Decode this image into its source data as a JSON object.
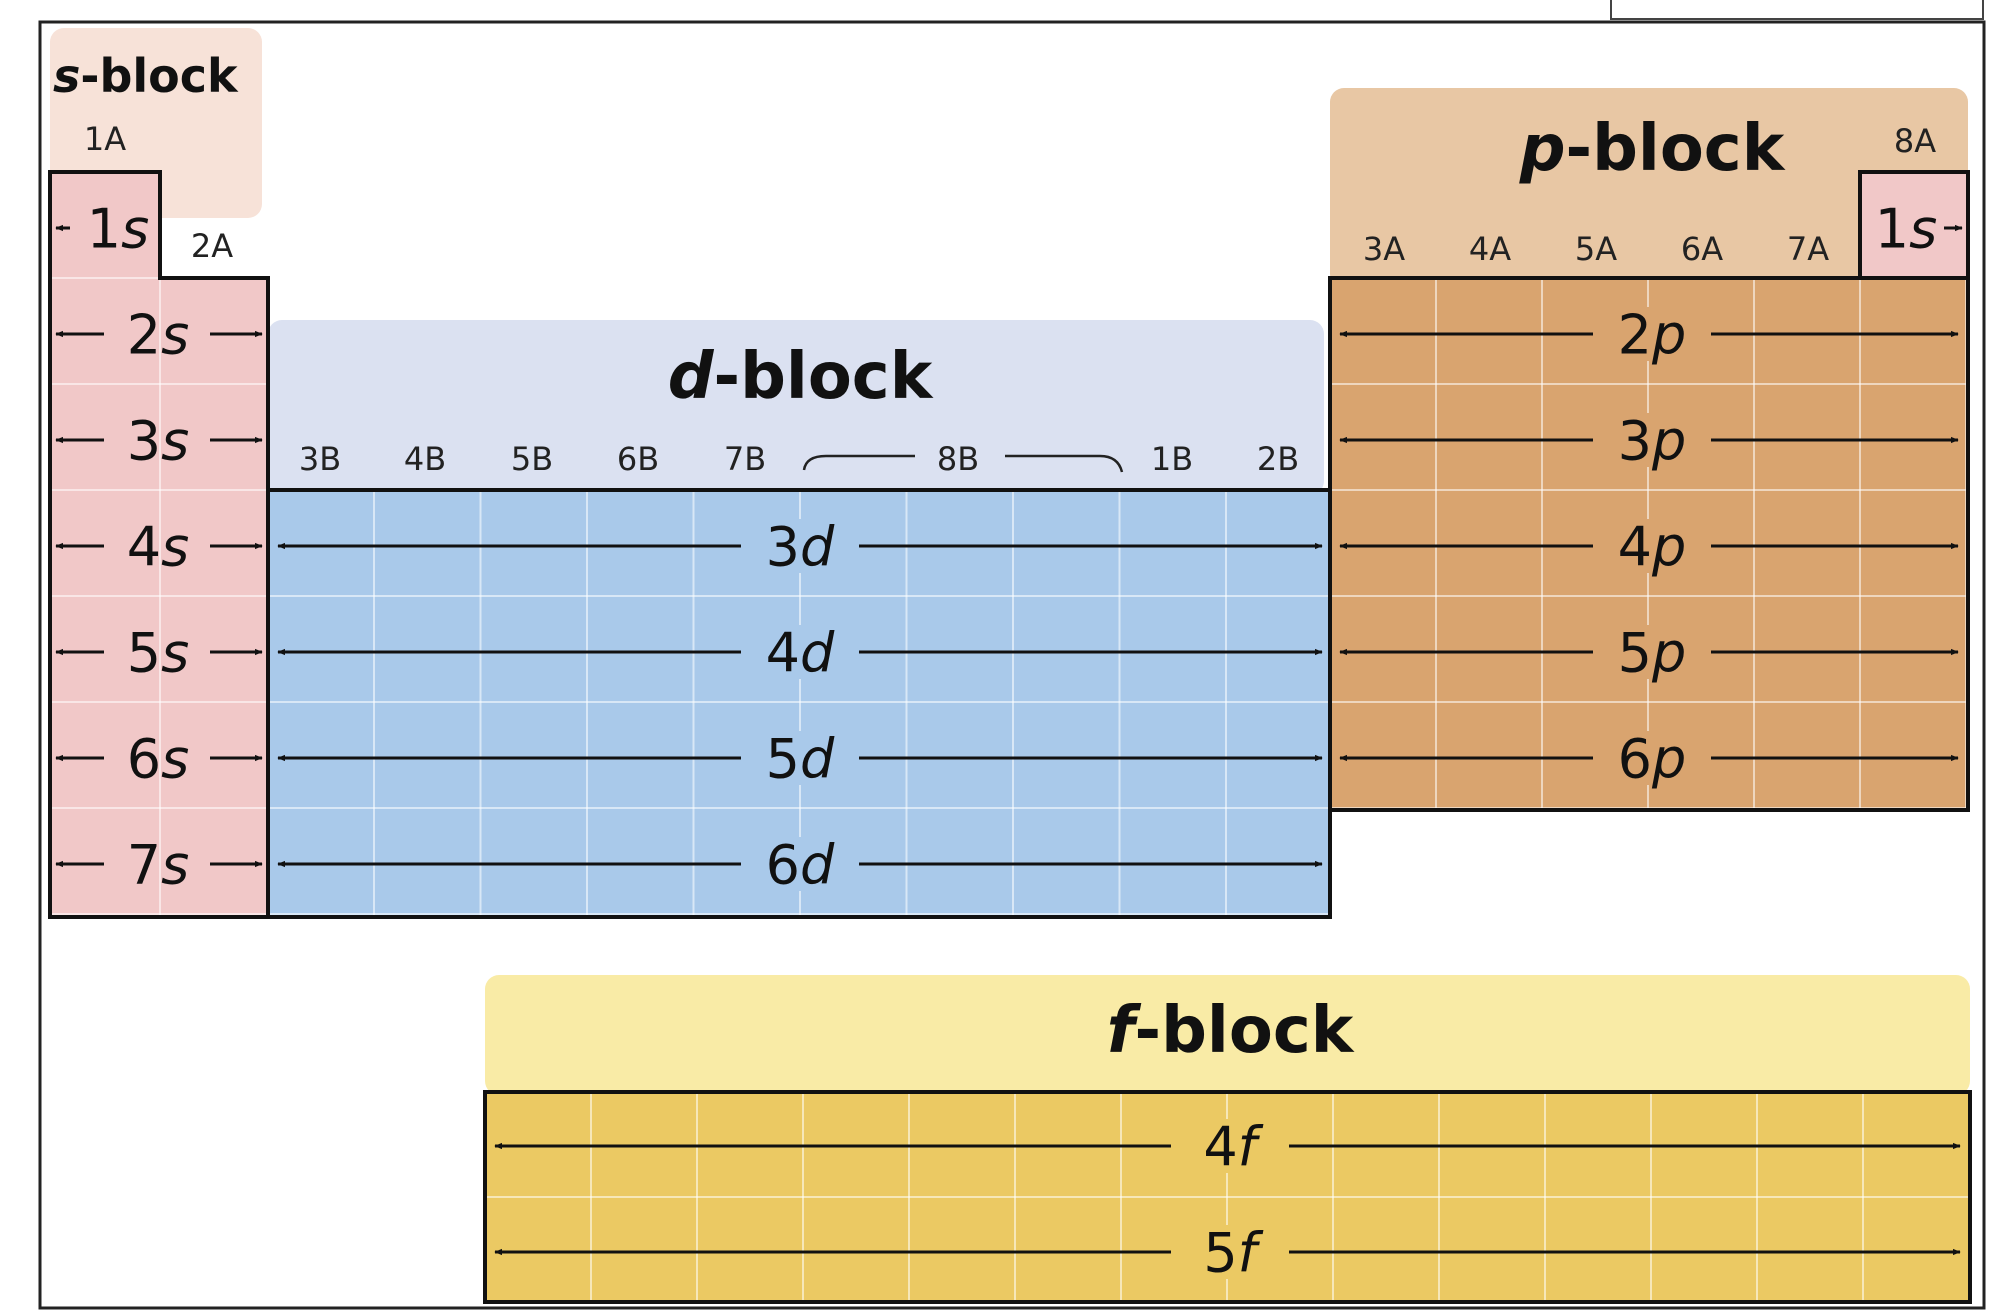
{
  "blocks": {
    "s": {
      "letter": "s",
      "suffix": "-block",
      "groups": [
        "1A",
        "2A"
      ],
      "rows": [
        "1",
        "2",
        "3",
        "4",
        "5",
        "6",
        "7"
      ],
      "label_bg": "#f7e2d8",
      "cell_fill": "#f1c8c8"
    },
    "p": {
      "letter": "p",
      "suffix": "-block",
      "groups": [
        "3A",
        "4A",
        "5A",
        "6A",
        "7A"
      ],
      "group_8a": "8A",
      "he": "1",
      "rows": [
        "2",
        "3",
        "4",
        "5",
        "6"
      ],
      "label_bg": "#e8c7a4",
      "cell_fill": "#d9a46f"
    },
    "d": {
      "letter": "d",
      "suffix": "-block",
      "groups": [
        "3B",
        "4B",
        "5B",
        "6B",
        "7B",
        "8B",
        "1B",
        "2B"
      ],
      "rows": [
        "3",
        "4",
        "5",
        "6"
      ],
      "label_bg": "#dbe1f1",
      "cell_fill": "#a9c9ea"
    },
    "f": {
      "letter": "f",
      "suffix": "-block",
      "rows": [
        "4",
        "5"
      ],
      "label_bg": "#f9eba6",
      "cell_fill": "#ebc963"
    }
  }
}
